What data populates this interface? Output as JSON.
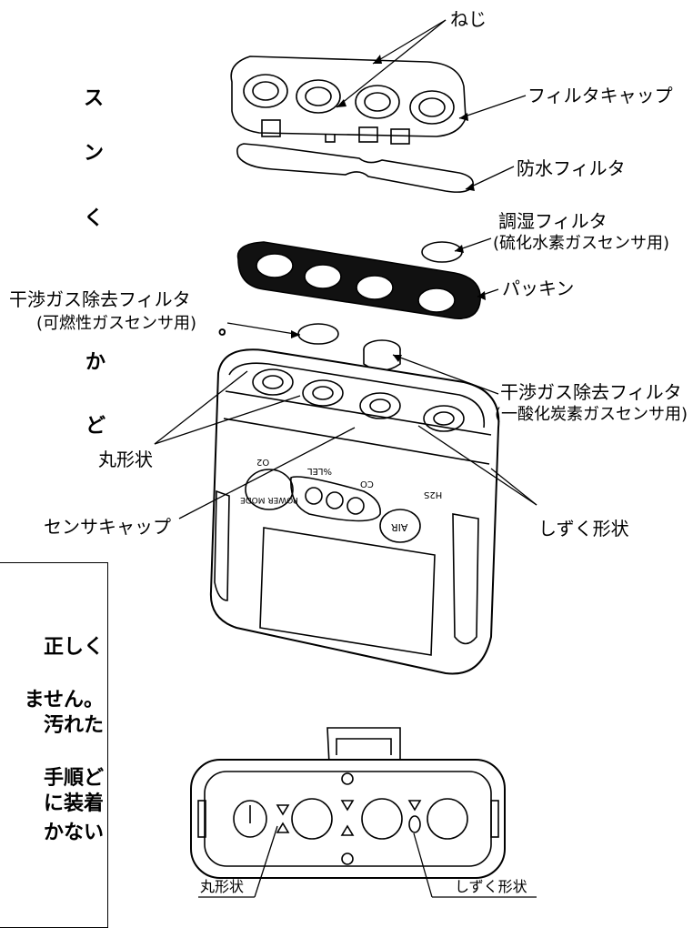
{
  "labels": {
    "screw": "ねじ",
    "filter_cap": "フィルタキャップ",
    "waterproof_filter": "防水フィルタ",
    "humidity_filter": "調湿フィルタ",
    "humidity_filter_note": "(硫化水素ガスセンサ用)",
    "packing": "パッキン",
    "interference_filter_left": "干渉ガス除去フィルタ",
    "interference_filter_left_note": "(可燃性ガスセンサ用)",
    "interference_filter_right": "干渉ガス除去フィルタ",
    "interference_filter_right_note": "(一酸化炭素ガスセンサ用)",
    "round_shape": "丸形状",
    "sensor_cap": "センサキャップ",
    "drop_shape": "しずく形状",
    "round_shape_bottom": "丸形状",
    "drop_shape_bottom": "しずく形状"
  },
  "device_markings": {
    "power_mode": "POWER MODE",
    "air": "AIR",
    "o2": "O2",
    "lel": "%LEL",
    "co": "CO",
    "h2s": "H2S"
  },
  "left_text_fragments": [
    "ス",
    "ン",
    "く",
    "。",
    "か",
    "ど"
  ],
  "note_box_lines": [
    "正しく",
    "ません。",
    "汚れた",
    "手順ど",
    "に装着",
    "かない"
  ]
}
